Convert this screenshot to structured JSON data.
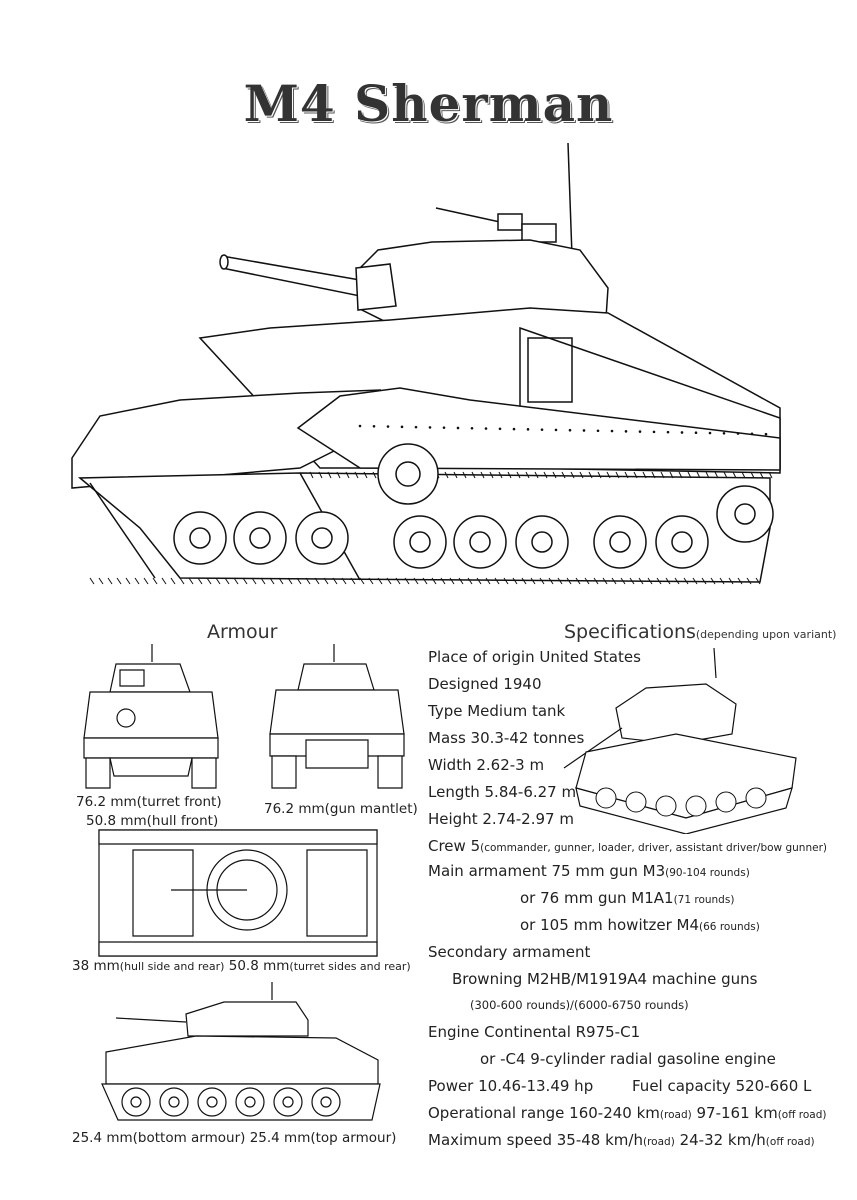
{
  "title": "M4 Sherman",
  "armour": {
    "heading": "Armour",
    "front_caption_1": "76.2 mm(turret front)",
    "front_caption_2": "50.8 mm(hull front)",
    "rear_caption": "76.2 mm(gun mantlet)",
    "top_caption_a": "38 mm",
    "top_caption_a_small": "(hull side and rear)",
    "top_caption_b": "50.8 mm",
    "top_caption_b_small": "(turret sides and rear)",
    "side_caption": "25.4 mm(bottom armour) 25.4 mm(top armour)"
  },
  "specs": {
    "heading": "Specifications",
    "heading_note": "(depending upon variant)",
    "place": "Place of origin United States",
    "designed": "Designed 1940",
    "type": "Type Medium tank",
    "mass": "Mass 30.3-42 tonnes",
    "width": "Width 2.62-3 m",
    "length": "Length 5.84-6.27 m",
    "height": "Height 2.74-2.97 m",
    "crew": "Crew 5",
    "crew_note": "(commander, gunner, loader, driver, assistant driver/bow gunner)",
    "main_1": "Main armament 75 mm gun M3",
    "main_1_note": "(90-104 rounds)",
    "main_2": "or 76 mm gun M1A1",
    "main_2_note": "(71 rounds)",
    "main_3": "or 105 mm howitzer M4",
    "main_3_note": "(66 rounds)",
    "secondary": "Secondary armament",
    "secondary_2": "Browning M2HB/M1919A4 machine guns",
    "secondary_3": "(300-600 rounds)/(6000-6750 rounds)",
    "engine": "Engine Continental R975-C1",
    "engine_2": "or -C4 9-cylinder radial gasoline engine",
    "power": "Power 10.46-13.49 hp",
    "fuel": "Fuel capacity 520-660 L",
    "range": "Operational range 160-240 km",
    "range_road": "(road)",
    "range_off": "97-161 km",
    "range_off_note": "(off road)",
    "speed": "Maximum speed 35-48 km/h",
    "speed_road": "(road)",
    "speed_off": "24-32 km/h",
    "speed_off_note": "(off road)"
  },
  "icons": [
    "tank-main-drawing-icon",
    "tank-front-view-icon",
    "tank-rear-view-icon",
    "tank-top-view-icon",
    "tank-side-view-icon",
    "tank-isometric-icon"
  ]
}
